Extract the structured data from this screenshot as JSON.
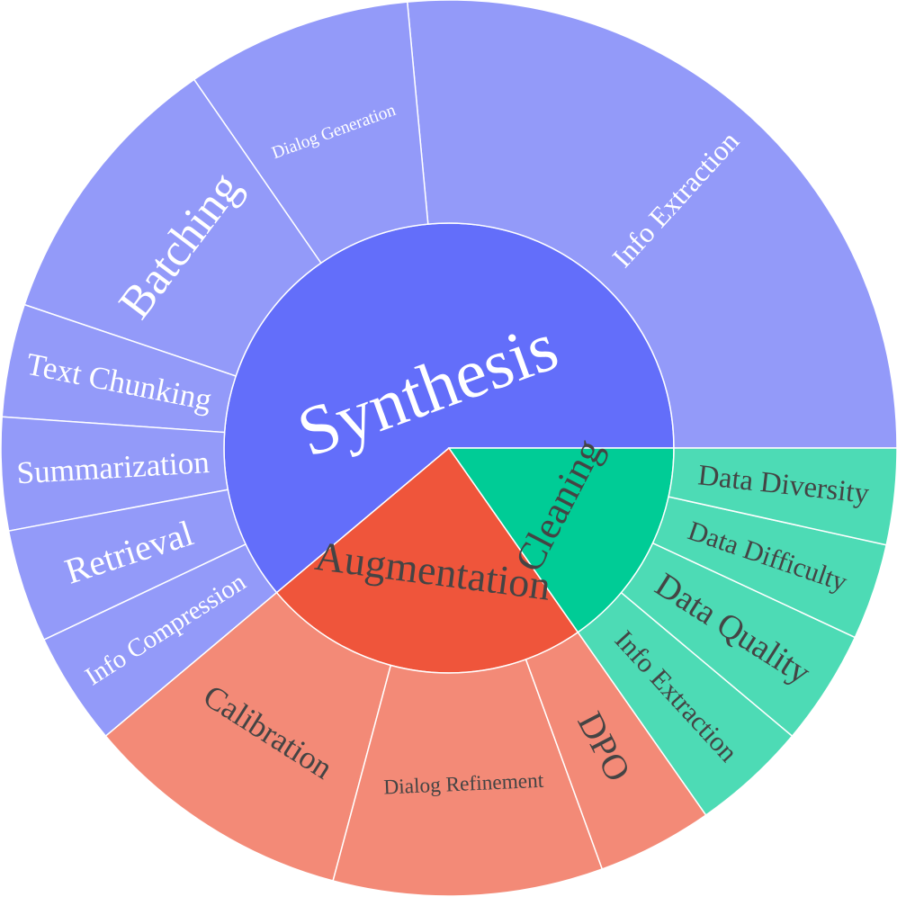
{
  "chart_data": {
    "type": "sunburst",
    "title": "",
    "colors": {
      "Synthesis": {
        "inner": "#636efa",
        "outer": "#939af9",
        "inner_text": "#ffffff",
        "outer_text": "#ffffff"
      },
      "Augmentation": {
        "inner": "#ef553b",
        "outer": "#f38a77",
        "inner_text": "#444444",
        "outer_text": "#444444"
      },
      "Cleaning": {
        "inner": "#00cc96",
        "outer": "#4ddbb5",
        "inner_text": "#444444",
        "outer_text": "#444444"
      }
    },
    "groups": [
      {
        "name": "Synthesis",
        "value": 44,
        "children": [
          {
            "name": "Info Extraction",
            "value": 13
          },
          {
            "name": "Dialog Generation",
            "value": 4
          },
          {
            "name": "Batching",
            "value": 5
          },
          {
            "name": "Text Chunking",
            "value": 2
          },
          {
            "name": "Summarization",
            "value": 2
          },
          {
            "name": "Retrieval",
            "value": 2
          },
          {
            "name": "Info Compression",
            "value": 2
          }
        ]
      },
      {
        "name": "Augmentation",
        "value": 17,
        "children": [
          {
            "name": "Calibration",
            "value": 7
          },
          {
            "name": "Dialog Refinement",
            "value": 7
          },
          {
            "name": "DPO",
            "value": 3
          }
        ]
      },
      {
        "name": "Cleaning",
        "value": 11,
        "children": [
          {
            "name": "Info Extraction",
            "value": 3
          },
          {
            "name": "Data Quality",
            "value": 3
          },
          {
            "name": "Data Difficulty",
            "value": 2.5
          },
          {
            "name": "Data Diversity",
            "value": 2.5
          }
        ]
      }
    ]
  }
}
